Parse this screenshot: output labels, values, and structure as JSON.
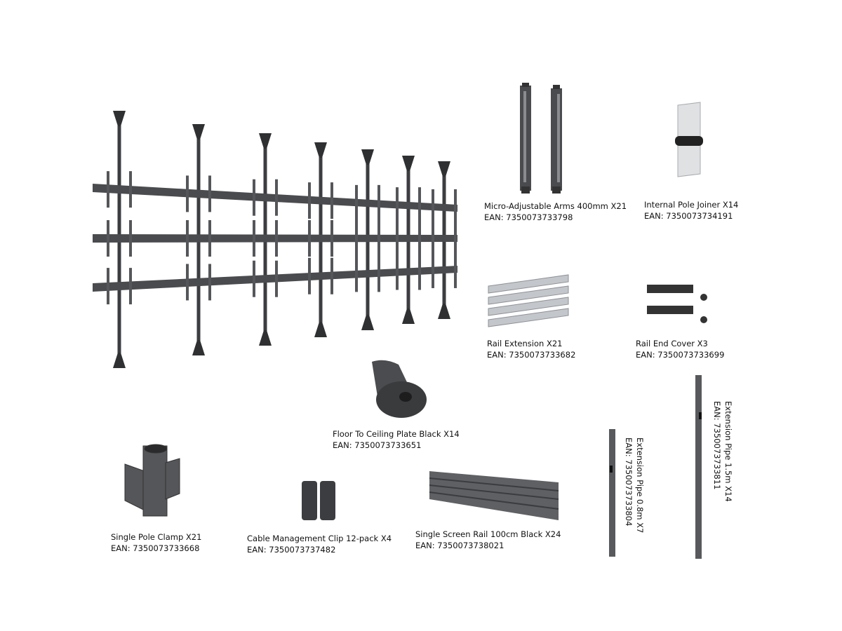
{
  "products": [
    {
      "id": "arms",
      "title": "Micro-Adjustable Arms 400mm X21",
      "ean": "EAN: 7350073733798"
    },
    {
      "id": "joiner",
      "title": "Internal Pole Joiner X14",
      "ean": "EAN: 7350073734191"
    },
    {
      "id": "rail-ext",
      "title": "Rail Extension X21",
      "ean": "EAN: 7350073733682"
    },
    {
      "id": "end-cover",
      "title": "Rail End Cover X3",
      "ean": "EAN: 7350073733699"
    },
    {
      "id": "plate",
      "title": "Floor To Ceiling Plate Black X14",
      "ean": "EAN: 7350073733651"
    },
    {
      "id": "clamp",
      "title": "Single Pole Clamp X21",
      "ean": "EAN: 7350073733668"
    },
    {
      "id": "clip",
      "title": "Cable Management Clip 12-pack X4",
      "ean": "EAN: 7350073737482"
    },
    {
      "id": "rail",
      "title": "Single Screen Rail 100cm Black X24",
      "ean": "EAN: 7350073738021"
    },
    {
      "id": "pipe08",
      "title": "Extension Pipe 0.8m X7",
      "ean": "EAN: 7350073733804"
    },
    {
      "id": "pipe15",
      "title": "Extension Pipe 1.5m X14",
      "ean": "EAN: 7350073733811"
    }
  ],
  "colors": {
    "metal_dark": "#3a3b3d",
    "metal_mid": "#5c5d60",
    "silver": "#b9bcc0"
  }
}
